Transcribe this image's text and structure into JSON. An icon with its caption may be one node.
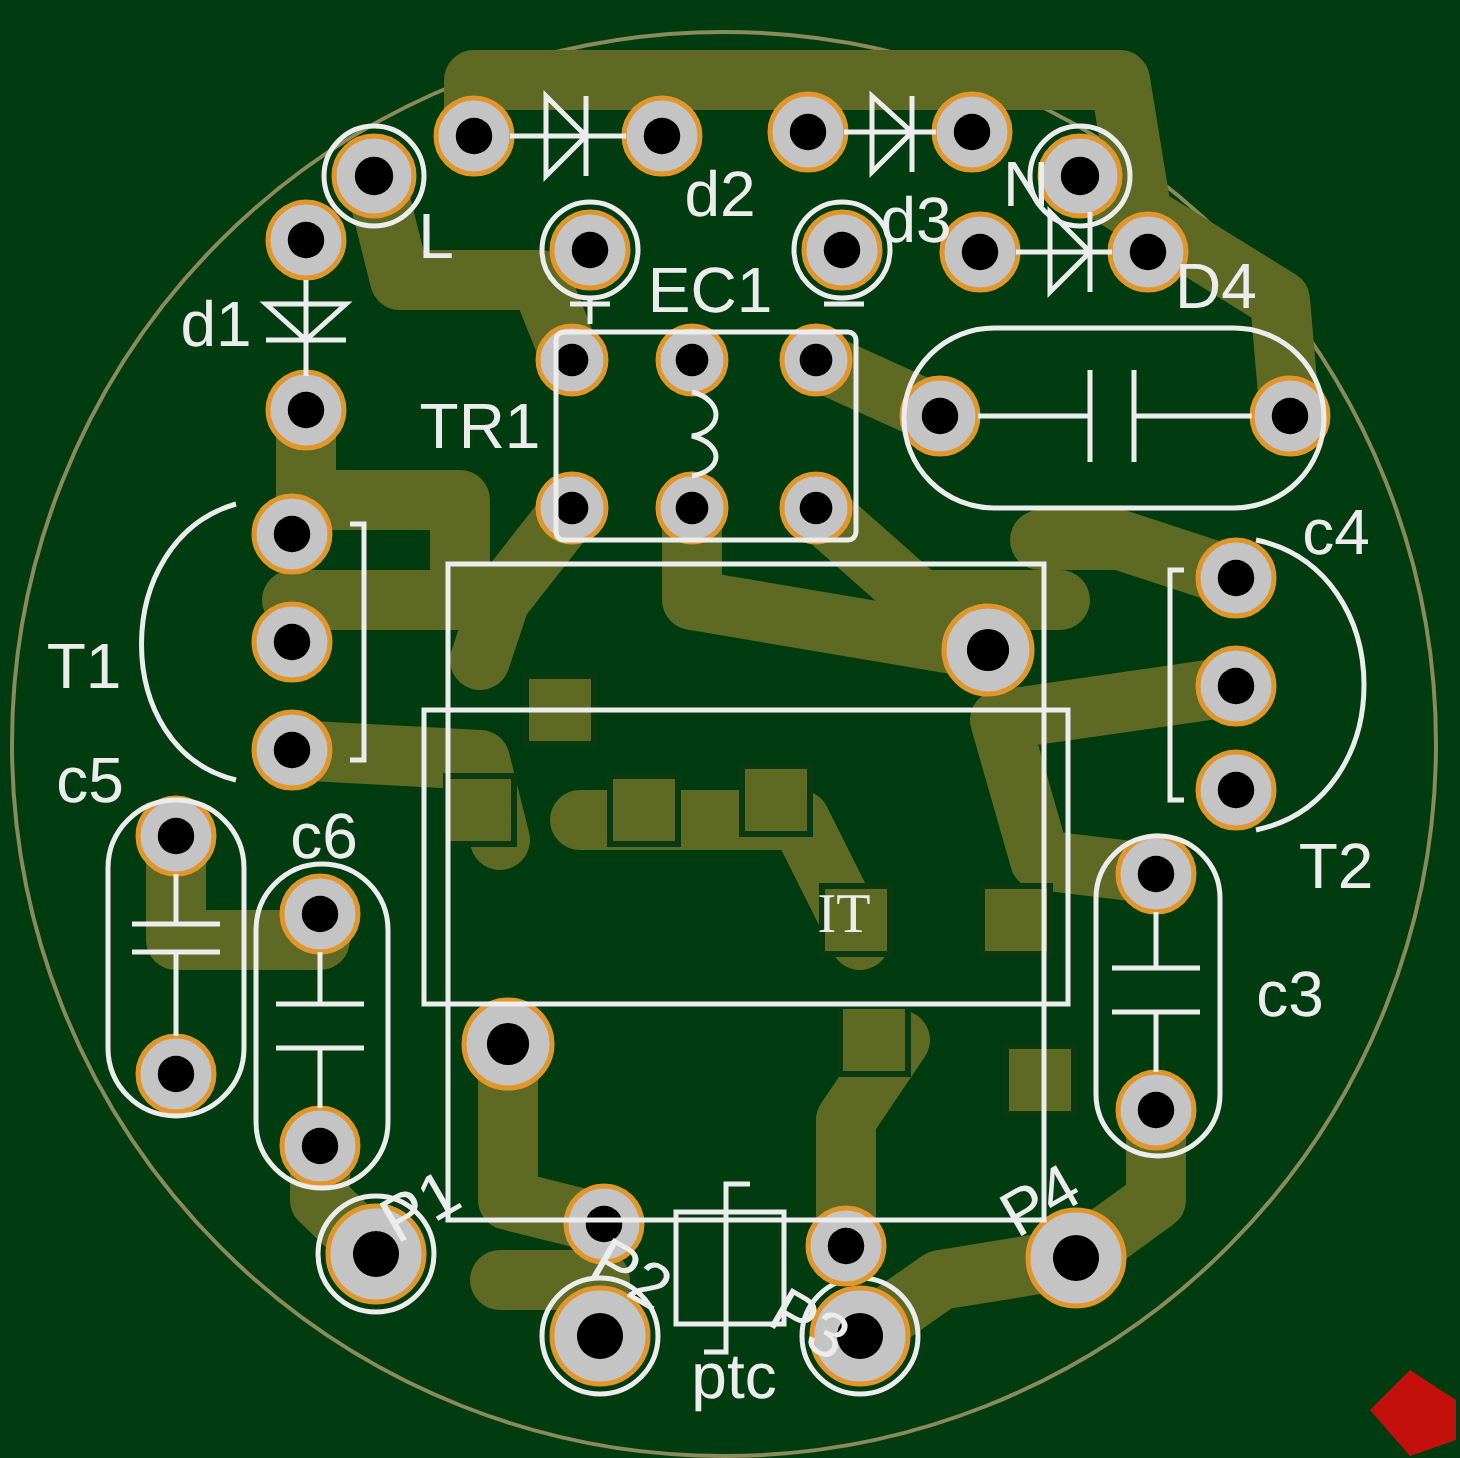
{
  "diagram": {
    "labels": [
      "N",
      "L",
      "d2",
      "d3",
      "D4",
      "d1",
      "EC1",
      "TR1",
      "c4",
      "T1",
      "c5",
      "c6",
      "T2",
      "IT",
      "c3",
      "P1",
      "P4",
      "P2",
      "P3",
      "ptc"
    ]
  }
}
